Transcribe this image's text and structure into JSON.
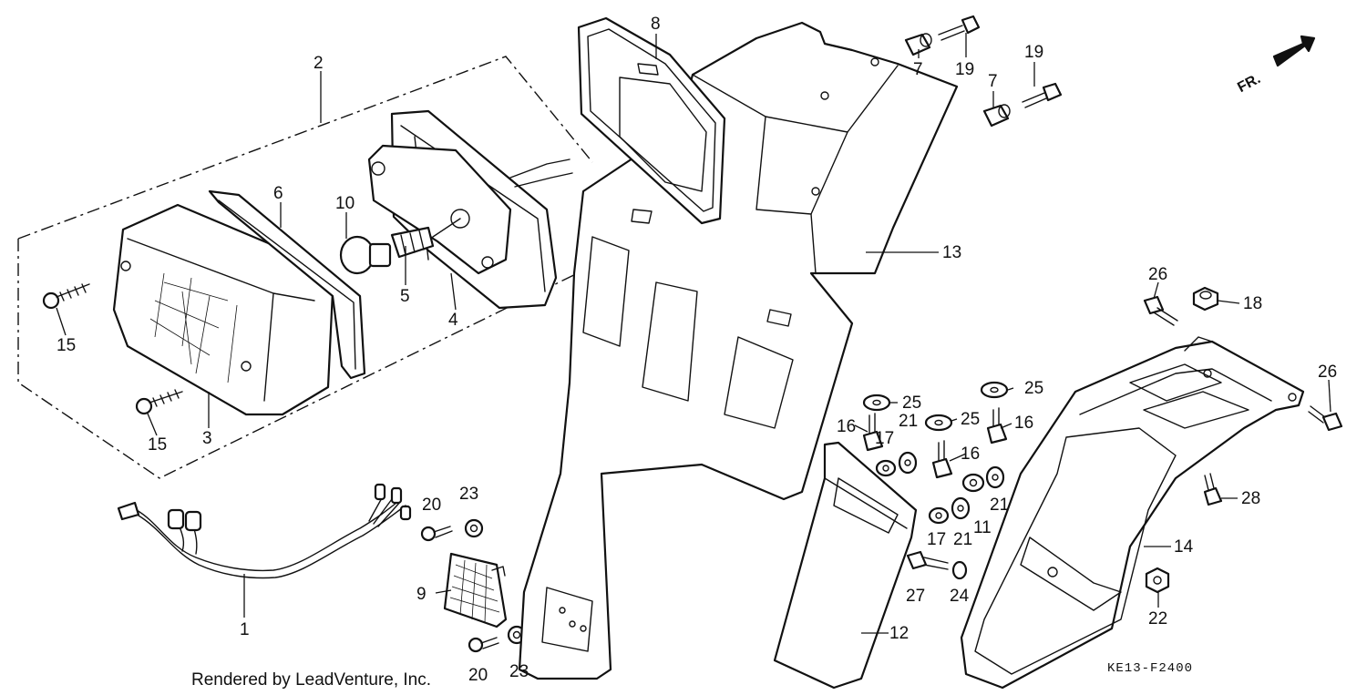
{
  "credit": "Rendered by LeadVenture, Inc.",
  "diagram_code": "KE13-F2400",
  "direction_label": "FR.",
  "callouts": {
    "c1": "1",
    "c2": "2",
    "c3": "3",
    "c4": "4",
    "c5": "5",
    "c6": "6",
    "c7a": "7",
    "c7b": "7",
    "c8": "8",
    "c9": "9",
    "c10": "10",
    "c11": "11",
    "c12": "12",
    "c13": "13",
    "c14": "14",
    "c15a": "15",
    "c15b": "15",
    "c16a": "16",
    "c16b": "16",
    "c16c": "16",
    "c17a": "17",
    "c17b": "17",
    "c18": "18",
    "c19a": "19",
    "c19b": "19",
    "c20a": "20",
    "c20b": "20",
    "c21a": "21",
    "c21b": "21",
    "c21c": "21",
    "c22": "22",
    "c23a": "23",
    "c23b": "23",
    "c24": "24",
    "c25a": "25",
    "c25b": "25",
    "c25c": "25",
    "c26a": "26",
    "c26b": "26",
    "c27": "27",
    "c28": "28"
  }
}
